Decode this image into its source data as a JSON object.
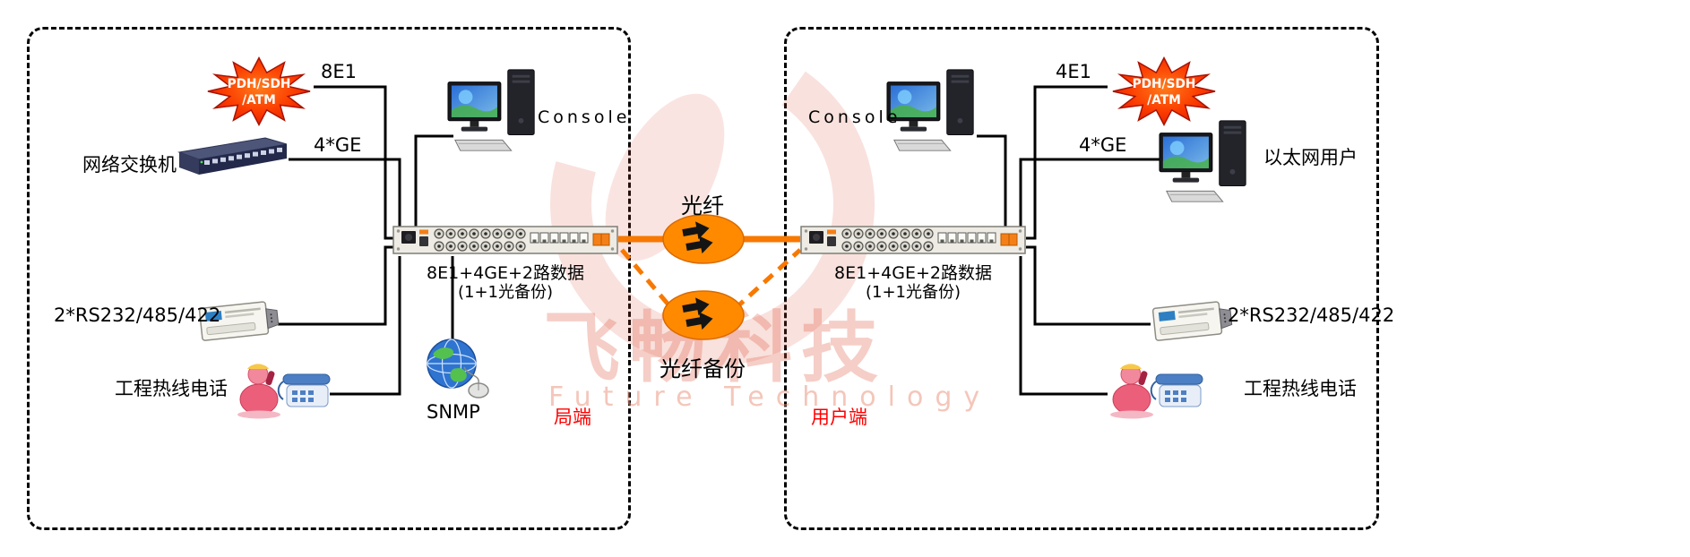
{
  "diagram": {
    "left": {
      "region_label": "局端",
      "burst_line1": "PDH/SDH",
      "burst_line2": "/ATM",
      "link_e1": "8E1",
      "link_ge": "4*GE",
      "switch_label": "网络交换机",
      "console_label": "Console",
      "rs_label": "2*RS232/485/422",
      "phone_label": "工程热线电话",
      "snmp_label": "SNMP",
      "device_line1": "8E1+4GE+2路数据",
      "device_line2": "(1+1光备份)"
    },
    "right": {
      "region_label": "用户端",
      "burst_line1": "PDH/SDH",
      "burst_line2": "/ATM",
      "link_e1": "4E1",
      "link_ge": "4*GE",
      "console_label": "Console",
      "ethernet_user_label": "以太网用户",
      "rs_label": "2*RS232/485/422",
      "phone_label": "工程热线电话",
      "device_line1": "8E1+4GE+2路数据",
      "device_line2": "(1+1光备份)"
    },
    "center": {
      "fiber_label": "光纤",
      "fiber_backup_label": "光纤备份"
    },
    "watermark": {
      "cn": "飞畅科技",
      "en": "Future Technology"
    },
    "colors": {
      "accent_orange": "#FF7E00",
      "burst_red": "#FB3C00",
      "region_red": "#FF0000",
      "line_black": "#000000",
      "watermark_pink": "#DE5C44"
    }
  }
}
